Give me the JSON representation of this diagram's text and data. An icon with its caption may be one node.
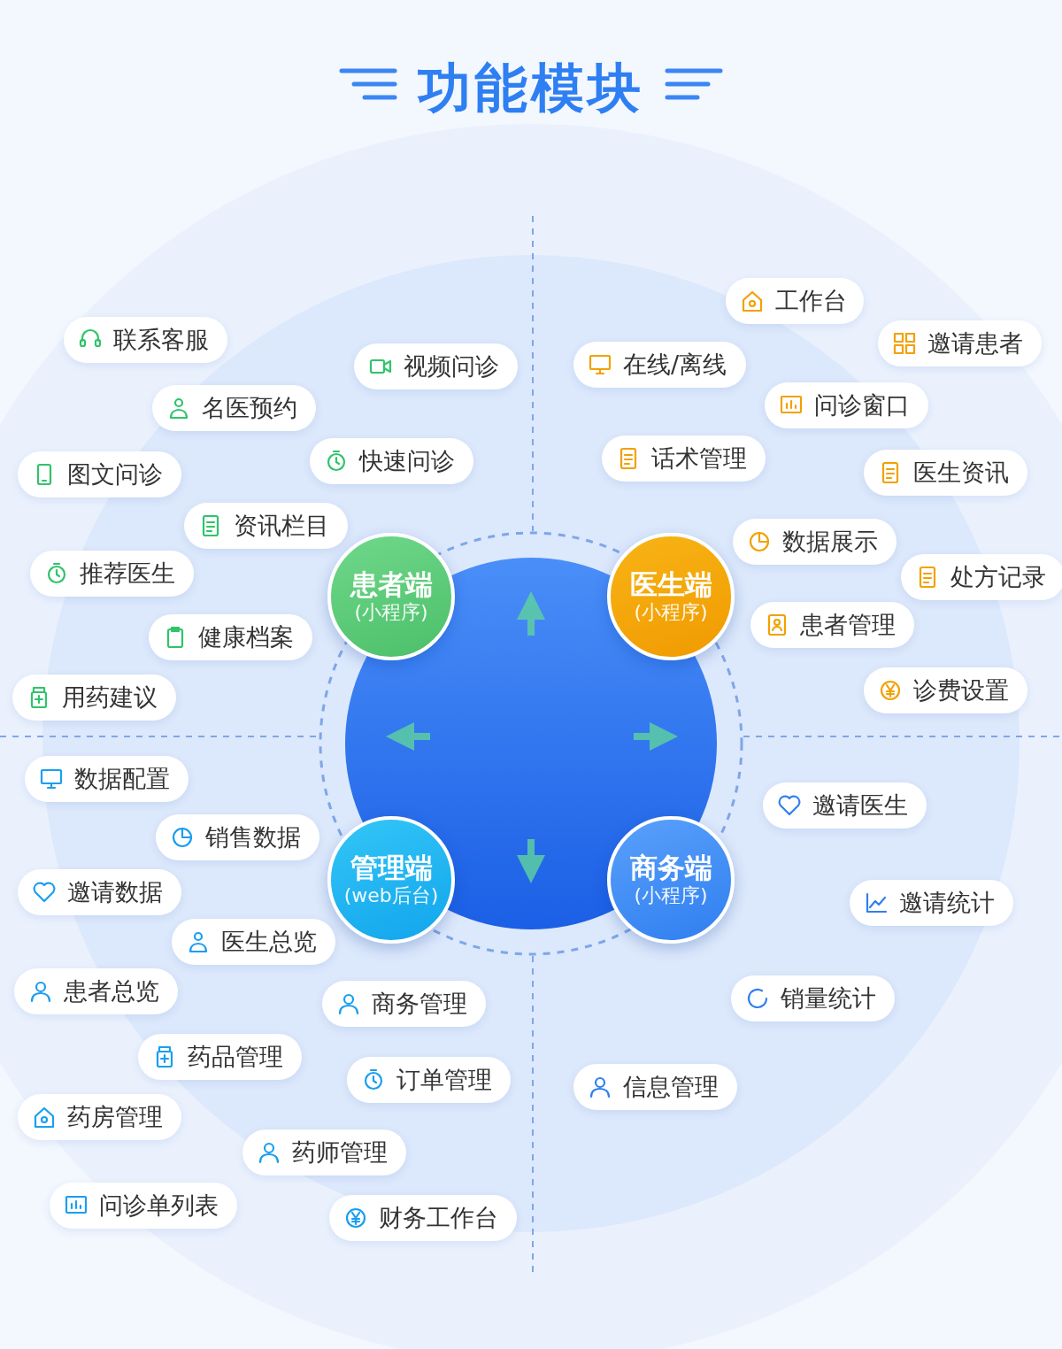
{
  "diagram": {
    "title": "功能模块",
    "nodes": [
      {
        "text": [
          "患者端",
          "(小程序)"
        ]
      },
      {
        "text": [
          "联系客服"
        ]
      },
      {
        "text": [
          "视频问诊"
        ]
      },
      {
        "text": [
          "名医预约"
        ]
      },
      {
        "text": [
          "图文问诊"
        ]
      },
      {
        "text": [
          "快速问诊"
        ]
      },
      {
        "text": [
          "资讯栏目"
        ]
      },
      {
        "text": [
          "推荐医生"
        ]
      },
      {
        "text": [
          "健康档案"
        ]
      },
      {
        "text": [
          "用药建议"
        ]
      },
      {
        "text": [
          "医生端",
          "(小程序)"
        ]
      },
      {
        "text": [
          "工作台"
        ]
      },
      {
        "text": [
          "在线/离线"
        ]
      },
      {
        "text": [
          "邀请患者"
        ]
      },
      {
        "text": [
          "问诊窗口"
        ]
      },
      {
        "text": [
          "话术管理"
        ]
      },
      {
        "text": [
          "医生资讯"
        ]
      },
      {
        "text": [
          "数据展示"
        ]
      },
      {
        "text": [
          "处方记录"
        ]
      },
      {
        "text": [
          "患者管理"
        ]
      },
      {
        "text": [
          "诊费设置"
        ]
      },
      {
        "text": [
          "管理端",
          "(web后台)"
        ]
      },
      {
        "text": [
          "数据配置"
        ]
      },
      {
        "text": [
          "销售数据"
        ]
      },
      {
        "text": [
          "邀请数据"
        ]
      },
      {
        "text": [
          "医生总览"
        ]
      },
      {
        "text": [
          "患者总览"
        ]
      },
      {
        "text": [
          "商务管理"
        ]
      },
      {
        "text": [
          "药品管理"
        ]
      },
      {
        "text": [
          "订单管理"
        ]
      },
      {
        "text": [
          "药房管理"
        ]
      },
      {
        "text": [
          "药师管理"
        ]
      },
      {
        "text": [
          "问诊单列表"
        ]
      },
      {
        "text": [
          "财务工作台"
        ]
      },
      {
        "text": [
          "商务端",
          "(小程序)"
        ]
      },
      {
        "text": [
          "邀请医生"
        ]
      },
      {
        "text": [
          "邀请统计"
        ]
      },
      {
        "text": [
          "销量统计"
        ]
      },
      {
        "text": [
          "信息管理"
        ]
      }
    ]
  }
}
